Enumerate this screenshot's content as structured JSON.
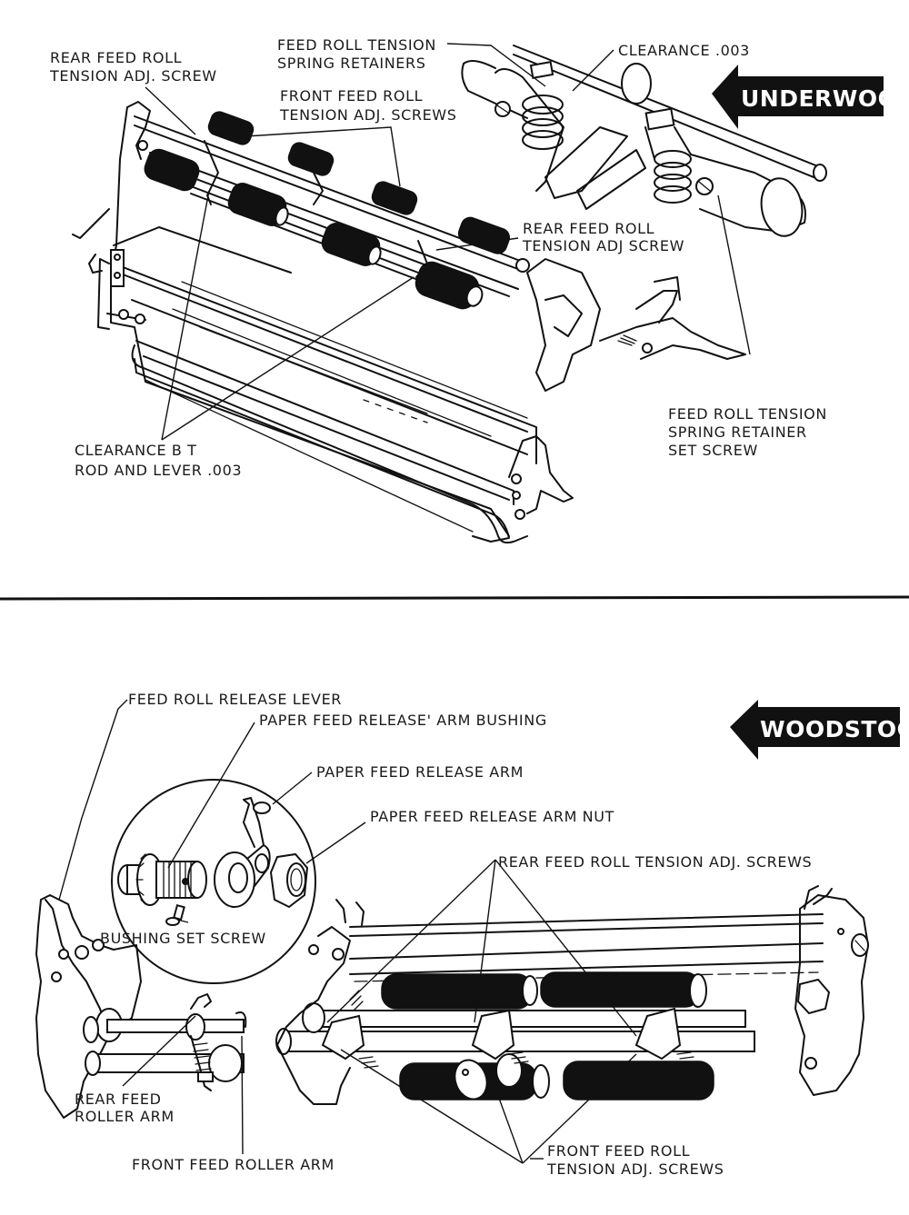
{
  "top_panel": {
    "brand_label": "UNDERWOOD",
    "brand_color": "#111111",
    "labels": {
      "rear_feed_roll_screw": [
        "REAR FEED ROLL",
        "TENSION ADJ. SCREW"
      ],
      "spring_retainers": [
        "FEED ROLL TENSION",
        "SPRING RETAINERS"
      ],
      "front_feed_roll_screws": [
        "FRONT FEED ROLL",
        "TENSION ADJ. SCREWS"
      ],
      "clearance_003": [
        "CLEARANCE .003"
      ],
      "rear_feed_roll_screw_right": [
        "REAR FEED ROLL",
        "TENSION ADJ  SCREW"
      ],
      "retainer_set_screw": [
        "FEED ROLL TENSION",
        "SPRING RETAINER",
        "SET SCREW"
      ],
      "clearance_rod_lever": [
        "CLEARANCE B T",
        "ROD AND LEVER .003"
      ]
    }
  },
  "bottom_panel": {
    "brand_label": "WOODSTOCK",
    "brand_color": "#111111",
    "labels": {
      "feed_roll_release_lever": "FEED ROLL RELEASE LEVER",
      "arm_bushing": "PAPER FEED RELEASE' ARM BUSHING",
      "release_arm": "PAPER FEED RELEASE ARM",
      "release_arm_nut": "PAPER FEED RELEASE ARM NUT",
      "bushing_set_screw": "BUSHING SET SCREW",
      "rear_feed_roll_screws": "REAR FEED ROLL TENSION ADJ. SCREWS",
      "rear_feed_roller_arm": [
        "REAR FEED",
        "ROLLER ARM"
      ],
      "front_feed_roller_arm": "FRONT FEED ROLLER ARM",
      "front_feed_roll_screws": [
        "FRONT FEED ROLL",
        "TENSION ADJ. SCREWS"
      ]
    }
  }
}
